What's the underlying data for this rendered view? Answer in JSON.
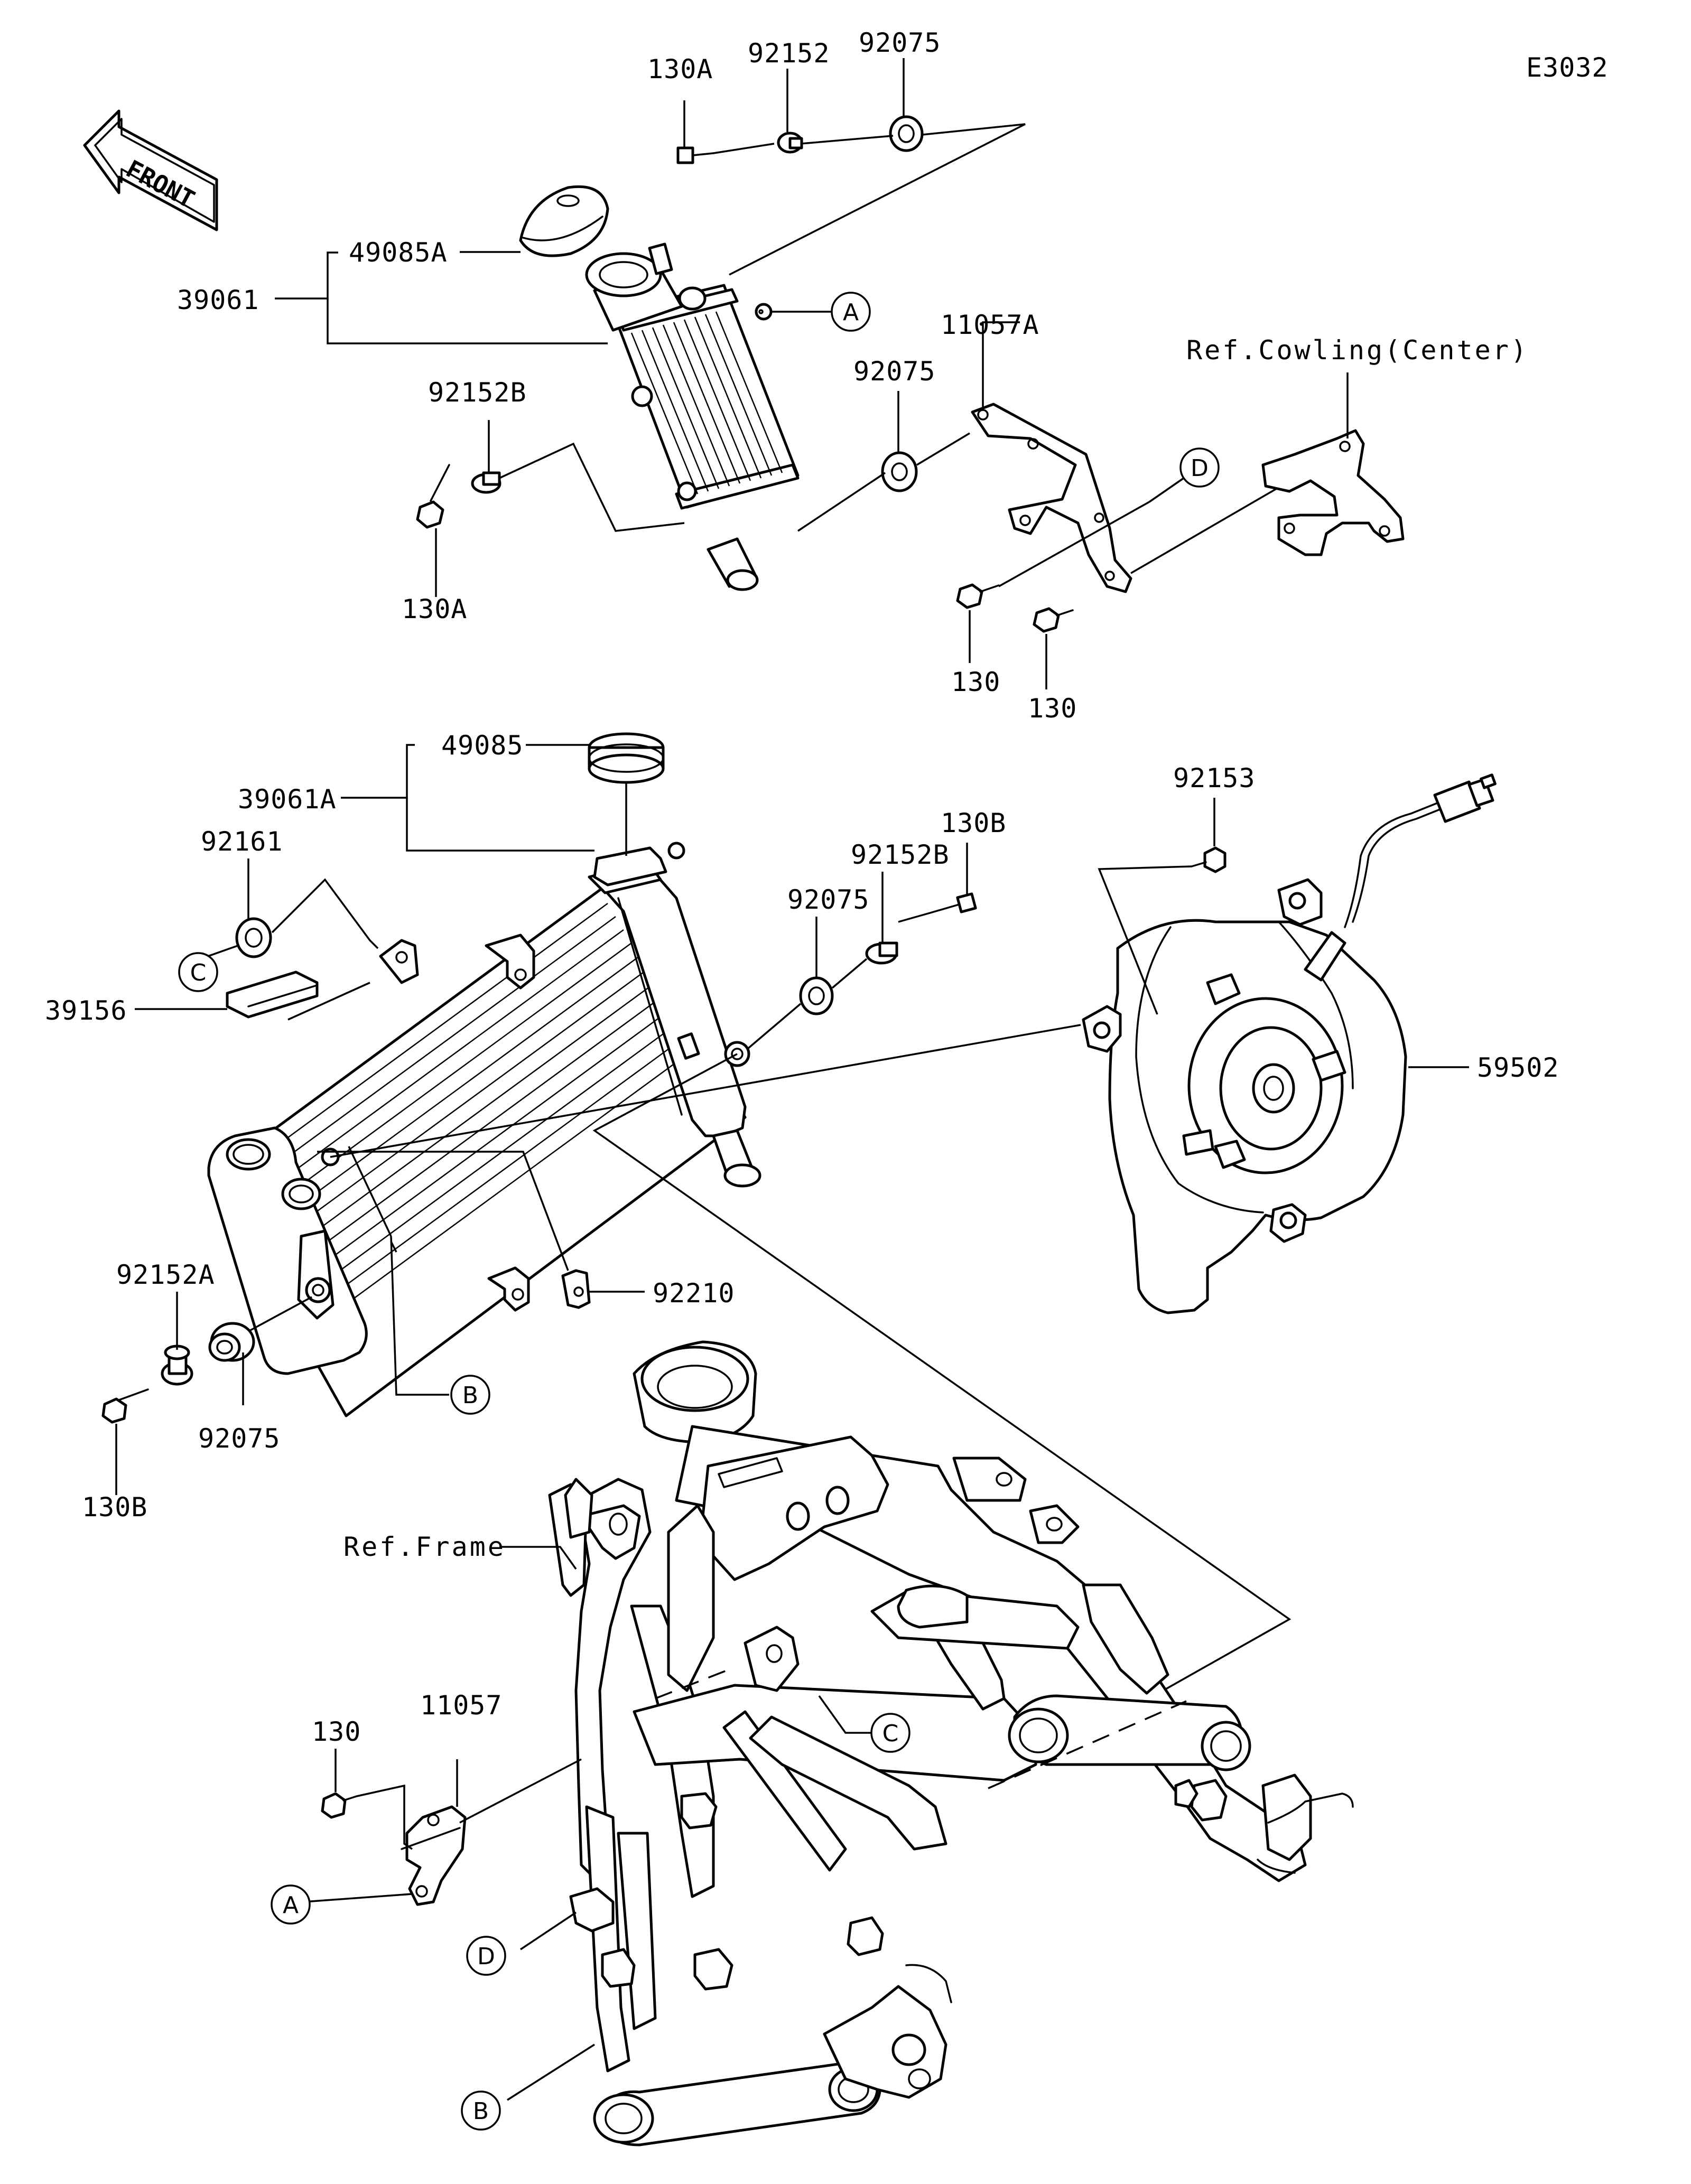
{
  "diagram_code": "E3032",
  "front_label": "FRONT",
  "parts": {
    "p130A_top": "130A",
    "p92152_top": "92152",
    "p92075_top": "92075",
    "p49085A": "49085A",
    "p39061": "39061",
    "p92152B_top": "92152B",
    "p130A_bottom": "130A",
    "p92075_mid": "92075",
    "p11057A": "11057A",
    "ref_cowling": "Ref.Cowling(Center)",
    "p130_a": "130",
    "p130_b": "130",
    "p49085": "49085",
    "p39061A": "39061A",
    "p92161": "92161",
    "p39156": "39156",
    "p92075_low": "92075",
    "p92152B_low": "92152B",
    "p130B_top": "130B",
    "p92153": "92153",
    "p59502": "59502",
    "p92210": "92210",
    "p92152A": "92152A",
    "p92075_bottom": "92075",
    "p130B_bottom": "130B",
    "ref_frame": "Ref.Frame",
    "p11057": "11057",
    "p130_c": "130"
  },
  "callouts": {
    "a_top": "A",
    "d_top": "D",
    "c_left": "C",
    "b_left": "B",
    "c_frame": "C",
    "a_bottom": "A",
    "d_bottom": "D",
    "b_bottom": "B"
  }
}
